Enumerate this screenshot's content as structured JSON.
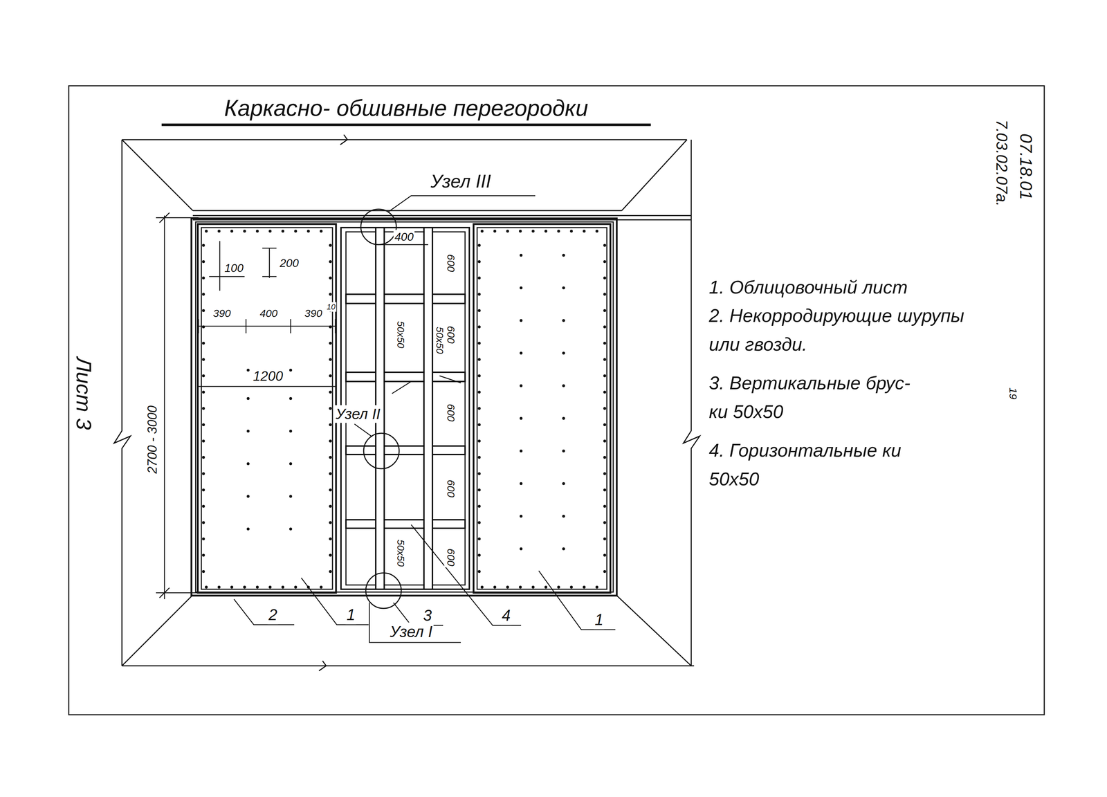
{
  "diagram": {
    "title": "Каркасно- обшивные перегородки",
    "labels": [
      "Узел III",
      "400",
      "100",
      "200",
      "390",
      "400",
      "390",
      "10",
      "1200",
      "2700 - 3000",
      "600",
      "600",
      "600",
      "600",
      "600",
      "50х50",
      "50х50",
      "50х50",
      "Узел II",
      "2",
      "1",
      "3",
      "4",
      "1",
      "Узел I",
      "1. Облицовочный лист",
      "2. Некорродирующие шурупы или гвозди.",
      "3. Вертикальные брус- ки 50х50",
      "4. Горизонтальные ки 50х50",
      "Лист 3",
      "07.18.01",
      "7.03.02.07а.",
      "19"
    ]
  }
}
